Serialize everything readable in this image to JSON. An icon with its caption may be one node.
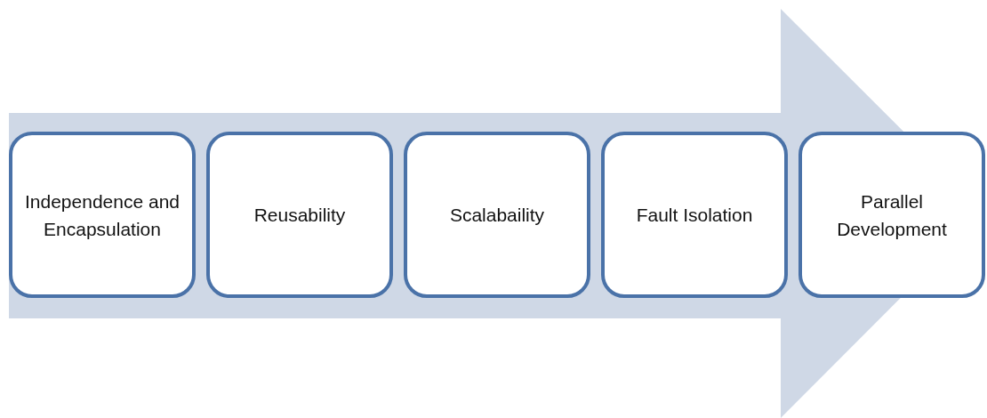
{
  "diagram": {
    "nodes": [
      {
        "text": [
          "Independence and Encapsulation"
        ]
      },
      {
        "text": [
          "Reusability"
        ]
      },
      {
        "text": [
          "Scalabaility"
        ]
      },
      {
        "text": [
          "Fault Isolation"
        ]
      },
      {
        "text": [
          "Parallel Development"
        ]
      }
    ],
    "edges": [
      {
        "from": 0,
        "to": 4,
        "arrow": "to"
      }
    ]
  }
}
